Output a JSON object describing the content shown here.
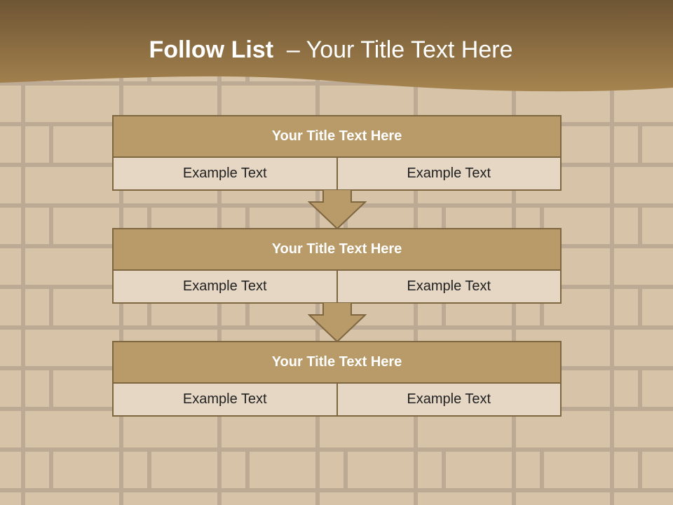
{
  "header": {
    "title_strong": "Follow List",
    "title_rest": "  – Your Title Text Here"
  },
  "steps": [
    {
      "title": "Your Title Text Here",
      "left": "Example Text",
      "right": "Example Text"
    },
    {
      "title": "Your Title Text Here",
      "left": "Example Text",
      "right": "Example Text"
    },
    {
      "title": "Your Title Text Here",
      "left": "Example Text",
      "right": "Example Text"
    }
  ],
  "colors": {
    "banner": "#8a6d44",
    "box_header": "#b89b69",
    "box_body": "#e6d7c4",
    "border": "#7d6640",
    "arrow": "#b89b69"
  }
}
